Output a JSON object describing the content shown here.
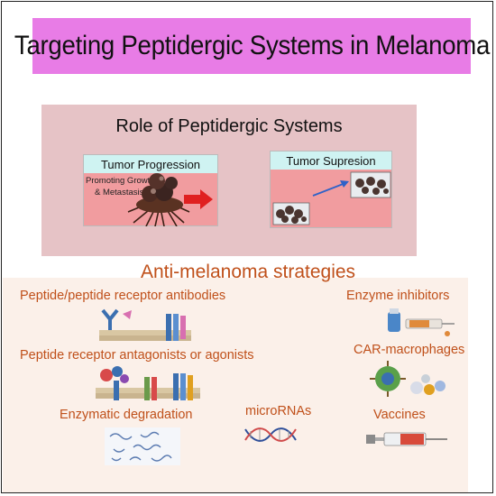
{
  "title": "Targeting Peptidergic Systems in Melanoma",
  "role_section": {
    "heading": "Role of Peptidergic Systems",
    "progression_panel": {
      "heading": "Tumor Progression",
      "caption_line1": "Promoting Growth",
      "caption_line2": "& Metastasis"
    },
    "suppression_panel": {
      "heading": "Tumor Supresion"
    }
  },
  "strategies": {
    "heading": "Anti-melanoma strategies",
    "items": [
      {
        "label": "Peptide/peptide receptor antibodies",
        "icon": "antibody-receptor-icon"
      },
      {
        "label": "Enzyme inhibitors",
        "icon": "syringe-vial-icon"
      },
      {
        "label": "Peptide receptor antagonists or agonists",
        "icon": "membrane-receptors-icon"
      },
      {
        "label": "CAR-macrophages",
        "icon": "macrophage-icon"
      },
      {
        "label": "Enzymatic degradation",
        "icon": "peptide-fragments-icon"
      },
      {
        "label": "microRNAs",
        "icon": "rna-helix-icon"
      },
      {
        "label": "Vaccines",
        "icon": "syringe-icon"
      }
    ]
  },
  "colors": {
    "title_bg": "#e87ce6",
    "role_bg": "#e6c3c6",
    "panel_head": "#cff3f2",
    "panel_body": "#f19c9f",
    "strategy_text": "#c0501a",
    "strategy_bg": "#fbf0e9"
  }
}
